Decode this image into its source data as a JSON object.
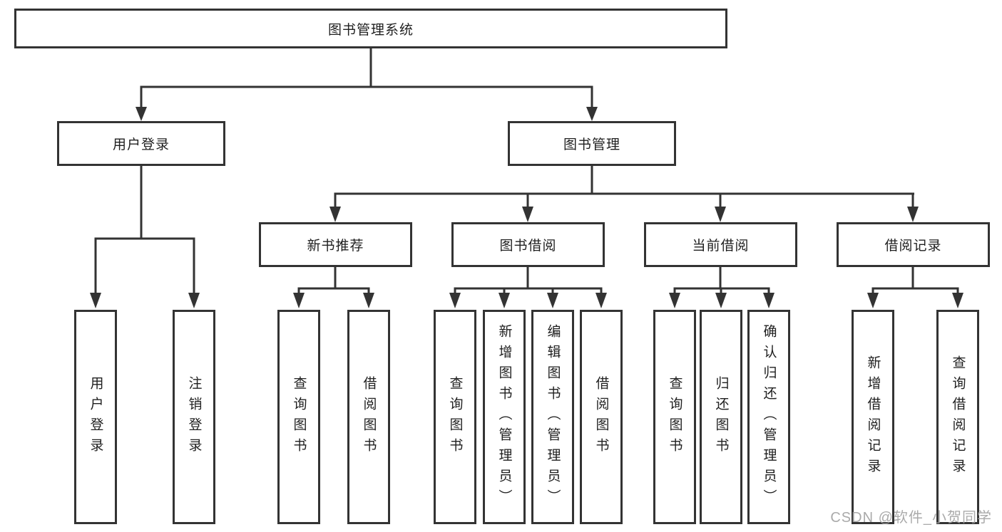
{
  "diagram": {
    "type": "hierarchy-tree",
    "tree": {
      "label": "图书管理系统",
      "children": [
        {
          "label": "用户登录",
          "children": [
            {
              "label": "用户登录"
            },
            {
              "label": "注销登录"
            }
          ]
        },
        {
          "label": "图书管理",
          "children": [
            {
              "label": "新书推荐",
              "children": [
                {
                  "label": "查询图书"
                },
                {
                  "label": "借阅图书"
                }
              ]
            },
            {
              "label": "图书借阅",
              "children": [
                {
                  "label": "查询图书"
                },
                {
                  "label": "新增图书（管理员）"
                },
                {
                  "label": "编辑图书（管理员）"
                },
                {
                  "label": "借阅图书"
                }
              ]
            },
            {
              "label": "当前借阅",
              "children": [
                {
                  "label": "查询图书"
                },
                {
                  "label": "归还图书"
                },
                {
                  "label": "确认归还（管理员）"
                }
              ]
            },
            {
              "label": "借阅记录",
              "children": [
                {
                  "label": "新增借阅记录"
                },
                {
                  "label": "查询借阅记录"
                }
              ]
            }
          ]
        }
      ]
    }
  },
  "watermark": {
    "text": "CSDN @软件_小贺同学"
  },
  "colors": {
    "line": "#333333",
    "box_border": "#333333",
    "text": "#1f1f1f",
    "background": "#ffffff",
    "watermark": "#9e9e9e"
  }
}
